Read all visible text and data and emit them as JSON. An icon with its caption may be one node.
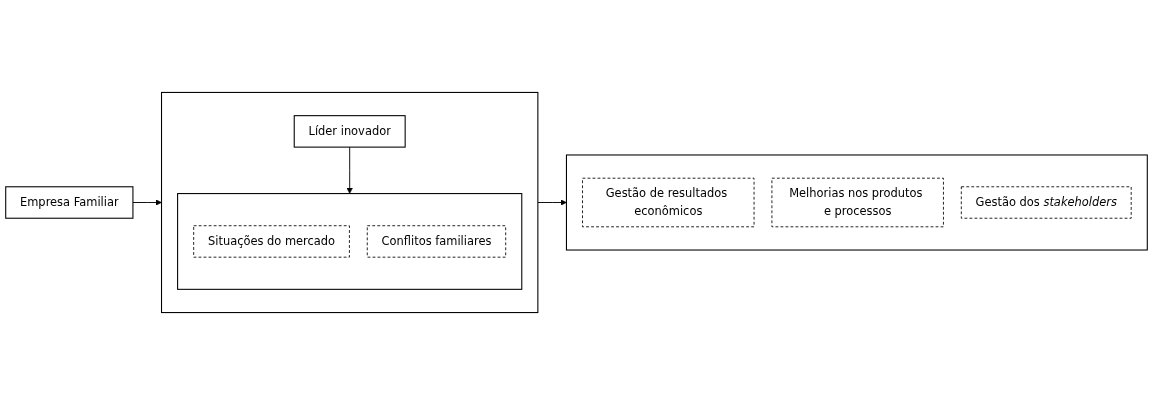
{
  "diagram": {
    "nodes": [
      {
        "text": [
          "Empresa Familiar"
        ]
      },
      {
        "text": [],
        "shape": "box"
      },
      {
        "text": [
          "Líder inovador"
        ],
        "in": 1
      },
      {
        "text": [],
        "shape": "box",
        "in": 1
      },
      {
        "text": [
          "Situações do mercado"
        ],
        "in": 3
      },
      {
        "text": [
          "Conflitos familiares"
        ],
        "in": 3
      },
      {
        "text": [],
        "shape": "box"
      },
      {
        "text": [
          "Gestão de resultados econômicos"
        ],
        "in": 6
      },
      {
        "text": [
          "Melhorias nos produtos e processos"
        ],
        "in": 6
      },
      {
        "text": [
          "Gestão dos *stakeholders*"
        ],
        "in": 6
      }
    ],
    "edges": [
      {
        "from": 0,
        "to": 1,
        "arrow": "to"
      },
      {
        "from": 2,
        "to": 3,
        "arrow": "to"
      },
      {
        "from": 1,
        "to": 6,
        "arrow": "to"
      }
    ]
  }
}
